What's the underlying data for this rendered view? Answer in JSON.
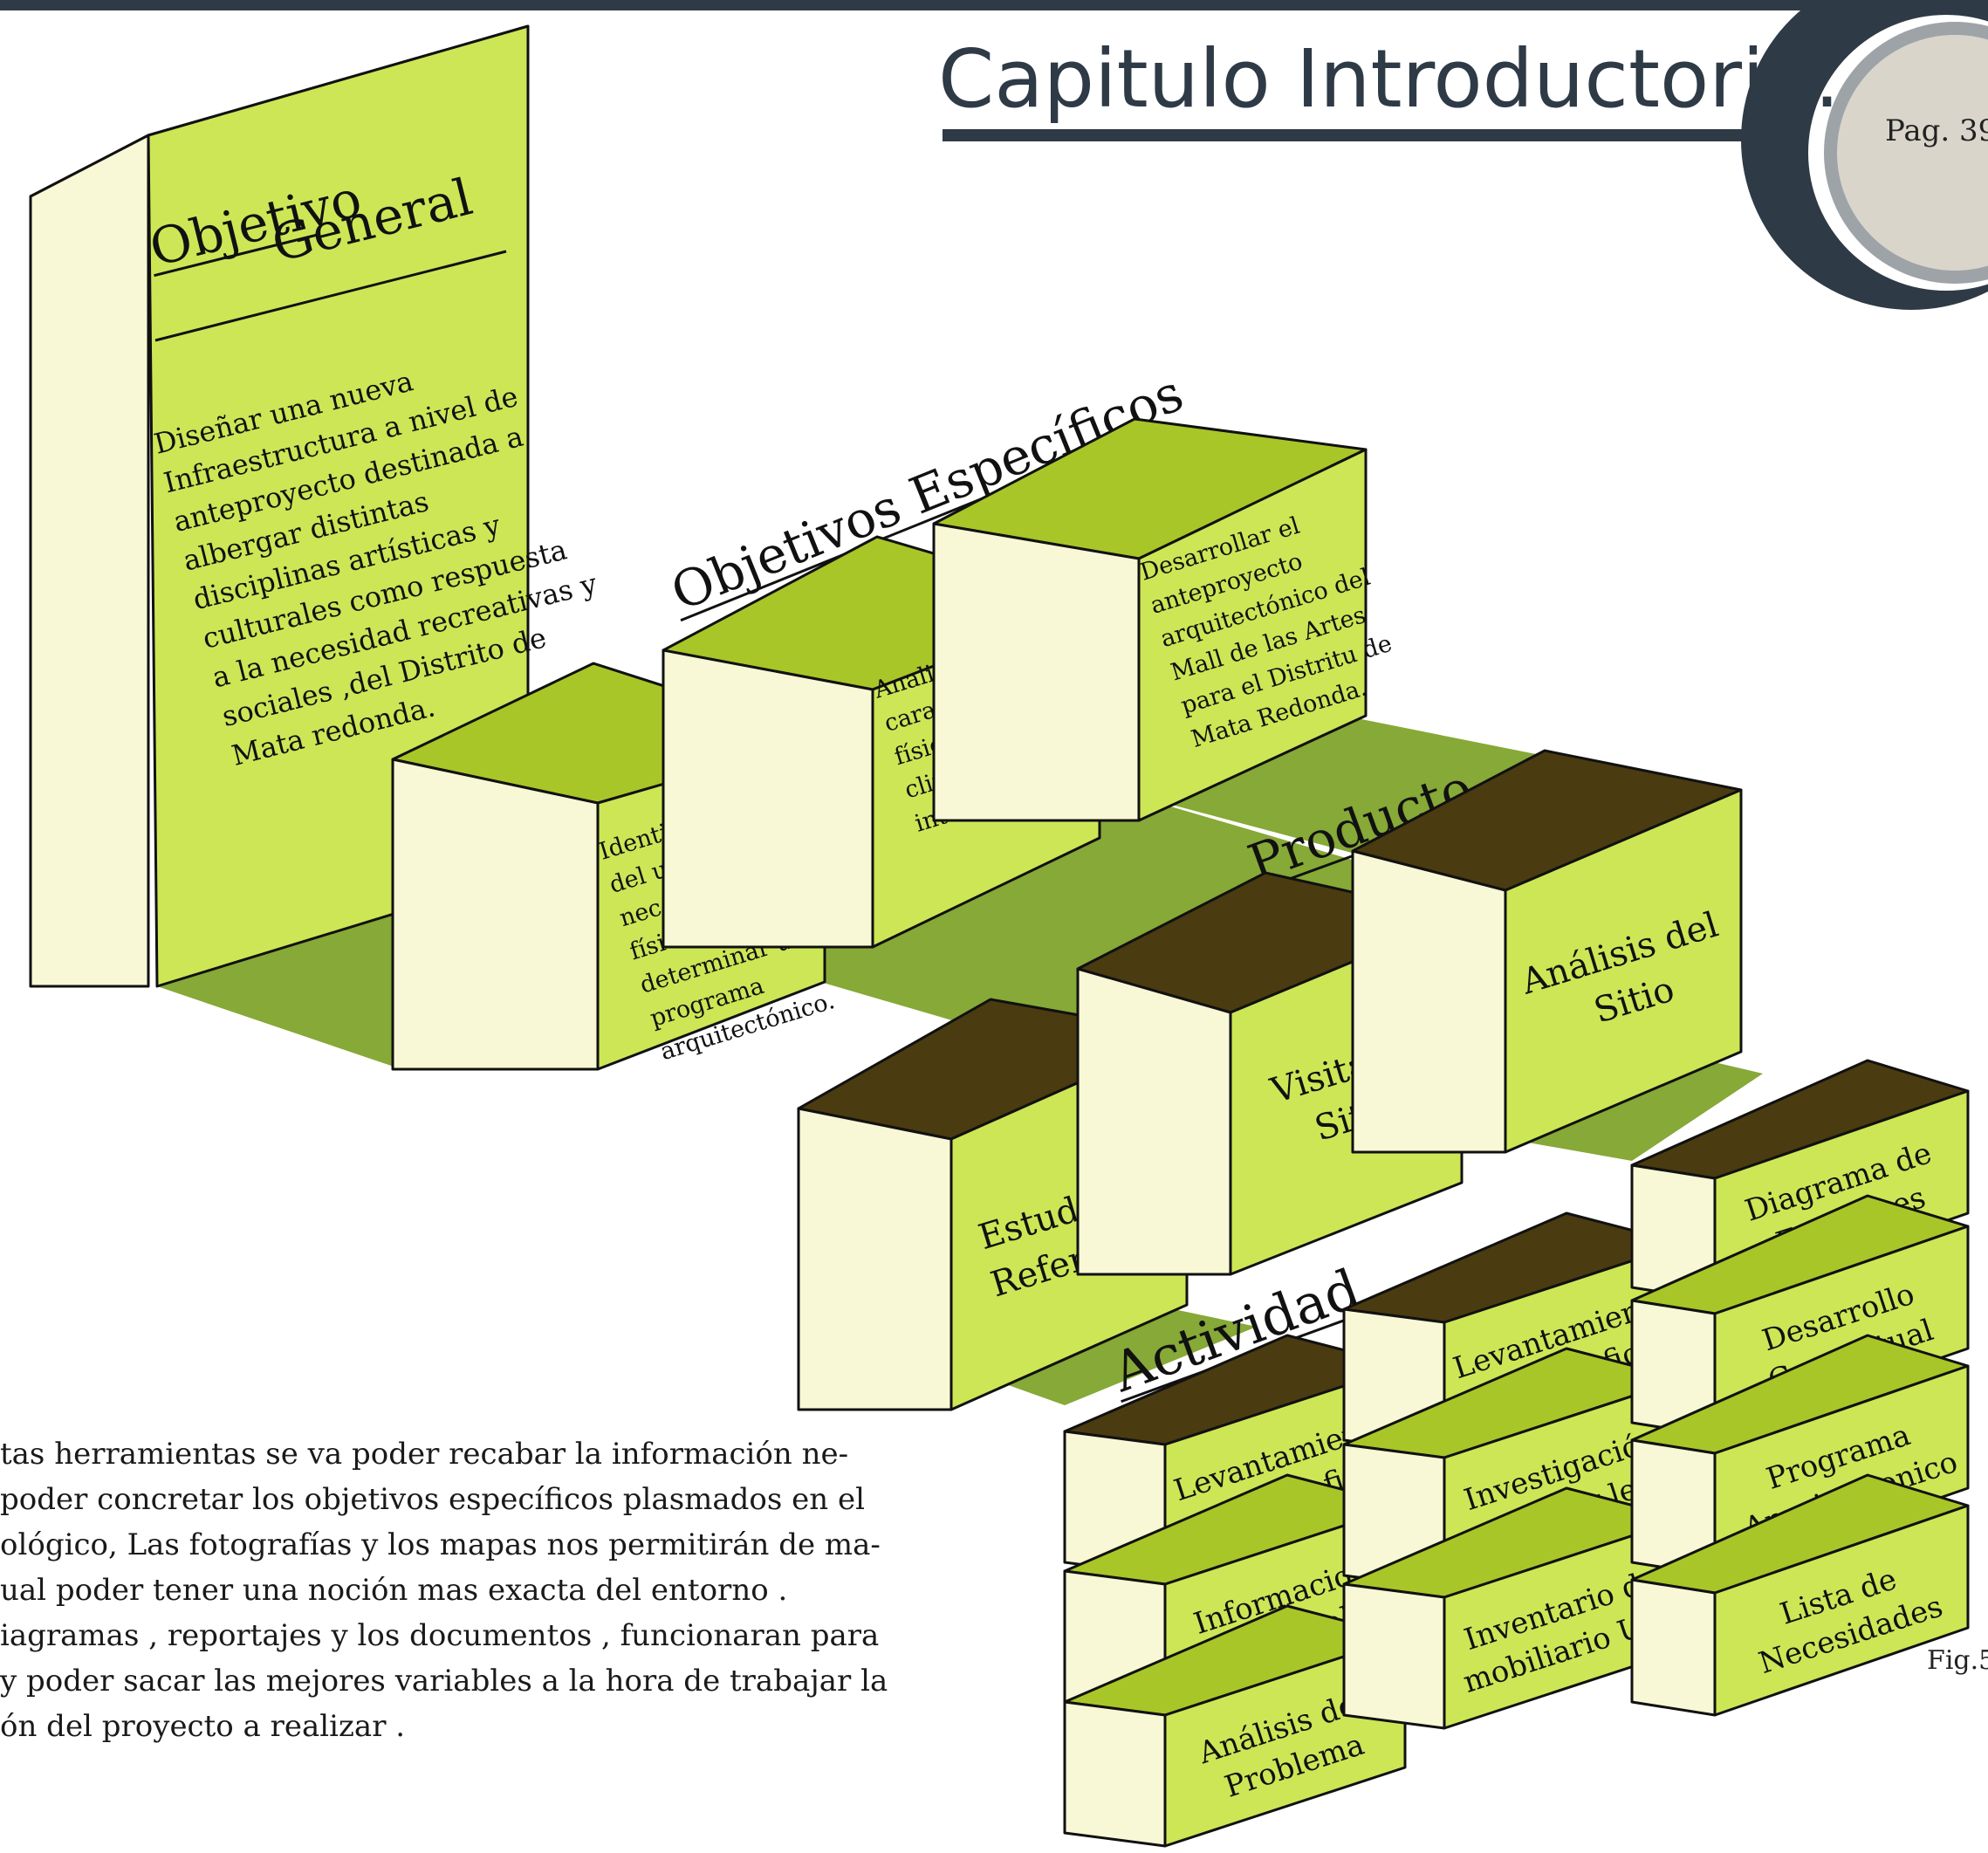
{
  "header": {
    "title": "Capitulo Introductorio:",
    "page": "Pag. 39"
  },
  "objetivo_general": {
    "heading_1": "Objetivo",
    "heading_2": "General",
    "lines": [
      "Diseñar una nueva",
      "Infraestructura a nivel de",
      "anteproyecto destinada a",
      "albergar distintas",
      "disciplinas artísticas y",
      "culturales   como respuesta",
      "a la necesidad recreativas y",
      "sociales ,del Distrito de",
      "Mata redonda."
    ]
  },
  "objetivos_especificos": {
    "heading": "Objetivos Específicos",
    "items": [
      {
        "lines": [
          "Identificar el perfil",
          "del usuario y las",
          "necesidades",
          "físico/culturales para",
          "determinar un",
          "programa",
          "arquitectónico."
        ]
      },
      {
        "lines": [
          "Analizar las",
          "características",
          "físico/espaciales y",
          "climáticas del sitio a",
          "intervenir."
        ]
      },
      {
        "lines": [
          "Desarrollar el",
          "anteproyecto",
          "arquitectónico del",
          "Mall de las Artes",
          "para el Distritu de",
          "Mata Redonda."
        ]
      }
    ]
  },
  "producto": {
    "heading": "Producto",
    "items": [
      {
        "lines": [
          "Estudio de",
          "Referentes"
        ]
      },
      {
        "lines": [
          "Visita al",
          "Sitio"
        ]
      },
      {
        "lines": [
          "Análisis del",
          "Sitio"
        ]
      }
    ]
  },
  "actividad": {
    "heading": "Actividad",
    "columns": [
      [
        {
          "lines": [
            "Levantamiento",
            "Fotografico"
          ]
        },
        {
          "lines": [
            "Informacion",
            "General"
          ]
        },
        {
          "lines": [
            "Análisis del",
            "Problema"
          ]
        }
      ],
      [
        {
          "lines": [
            "Levantamiento",
            "Fotografico"
          ]
        },
        {
          "lines": [
            "Investigación",
            "Técnica y legal"
          ]
        },
        {
          "lines": [
            "Inventario de",
            "mobiliario Urb."
          ]
        }
      ],
      [
        {
          "lines": [
            "Diagrama de",
            "Funciones"
          ]
        },
        {
          "lines": [
            "Desarrollo",
            "Conceptual"
          ]
        },
        {
          "lines": [
            "Programa",
            "Arquitectonico"
          ]
        },
        {
          "lines": [
            "Lista de",
            "Necesidades"
          ]
        }
      ]
    ]
  },
  "body_text": [
    "tas herramientas se va poder recabar la información ne-",
    "poder concretar los objetivos específicos  plasmados en el",
    "ológico, Las fotografías y los mapas nos permitirán de ma-",
    "ual poder tener una noción mas exacta del entorno .",
    "iagramas , reportajes y los documentos , funcionaran para",
    "y poder sacar las mejores variables a la hora de trabajar la",
    "ón del proyecto a realizar ."
  ],
  "figure_label": "Fig.5",
  "colors": {
    "lime": "#cde656",
    "lime_dark": "#a8c628",
    "cream": "#f8f8d6",
    "shadow_green": "#86a937",
    "dark_top": "#4a3b10",
    "navy": "#2e3a46",
    "badge_fill": "#d9d5cb"
  }
}
